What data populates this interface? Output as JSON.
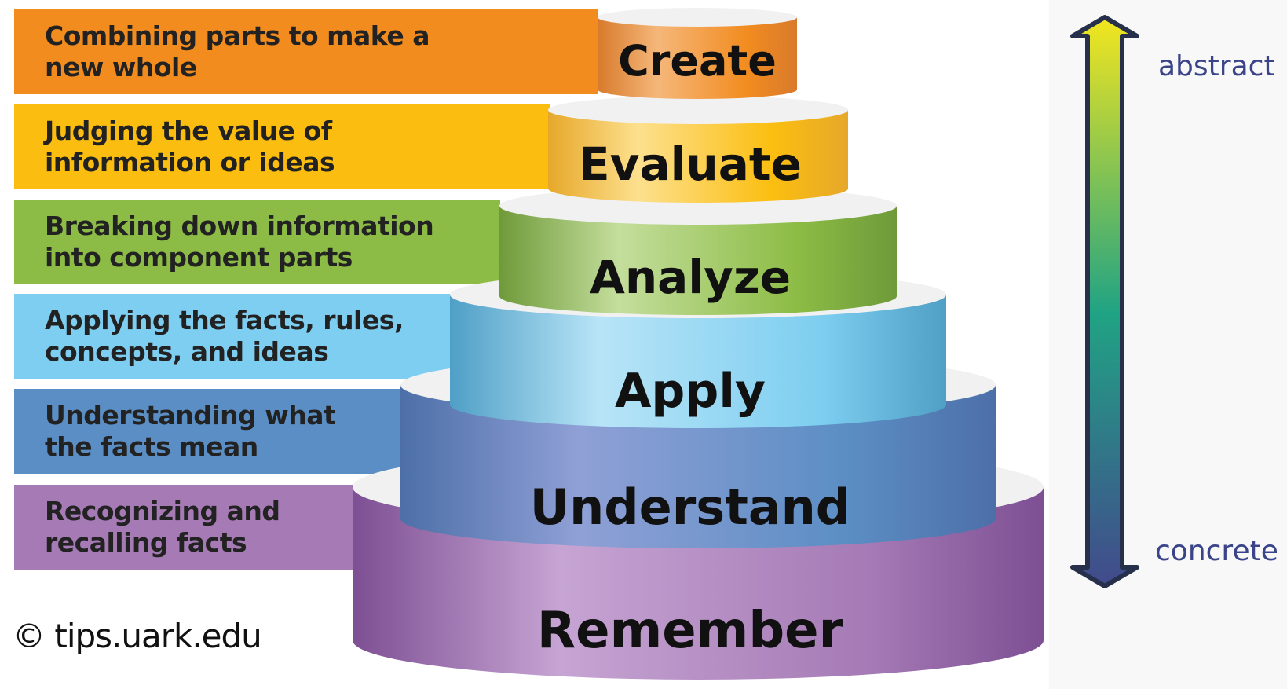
{
  "levels": [
    {
      "name": "Create",
      "description": "Combining parts to make a\nnew whole",
      "color": "#f28c1f",
      "side_dark": "#d87a2c",
      "side_light": "#f5b77a"
    },
    {
      "name": "Evaluate",
      "description": "Judging the value of\ninformation or ideas",
      "color": "#fbbe10",
      "side_dark": "#e6a82a",
      "side_light": "#fde08e"
    },
    {
      "name": "Analyze",
      "description": "Breaking down information\ninto component parts",
      "color": "#8cbc45",
      "side_dark": "#6f9a3a",
      "side_light": "#c4de9c"
    },
    {
      "name": "Apply",
      "description": "Applying the facts, rules,\nconcepts, and ideas",
      "color": "#7dcef0",
      "side_dark": "#4f9fc6",
      "side_light": "#b8e4f7"
    },
    {
      "name": "Understand",
      "description": "Understanding what\nthe facts mean",
      "color": "#5b8ec4",
      "side_dark": "#4d6fa8",
      "side_light": "#8fa0d6"
    },
    {
      "name": "Remember",
      "description": "Recognizing and\nrecalling facts",
      "color": "#a57ab5",
      "side_dark": "#7d4f93",
      "side_light": "#c6a4d3"
    }
  ],
  "copyright": "© tips.uark.edu",
  "axis": {
    "top_label": "abstract",
    "bottom_label": "concrete",
    "top_color": "#f3e61e",
    "mid_color": "#20a384",
    "bottom_color": "#424a8c",
    "outline": "#27304a"
  }
}
